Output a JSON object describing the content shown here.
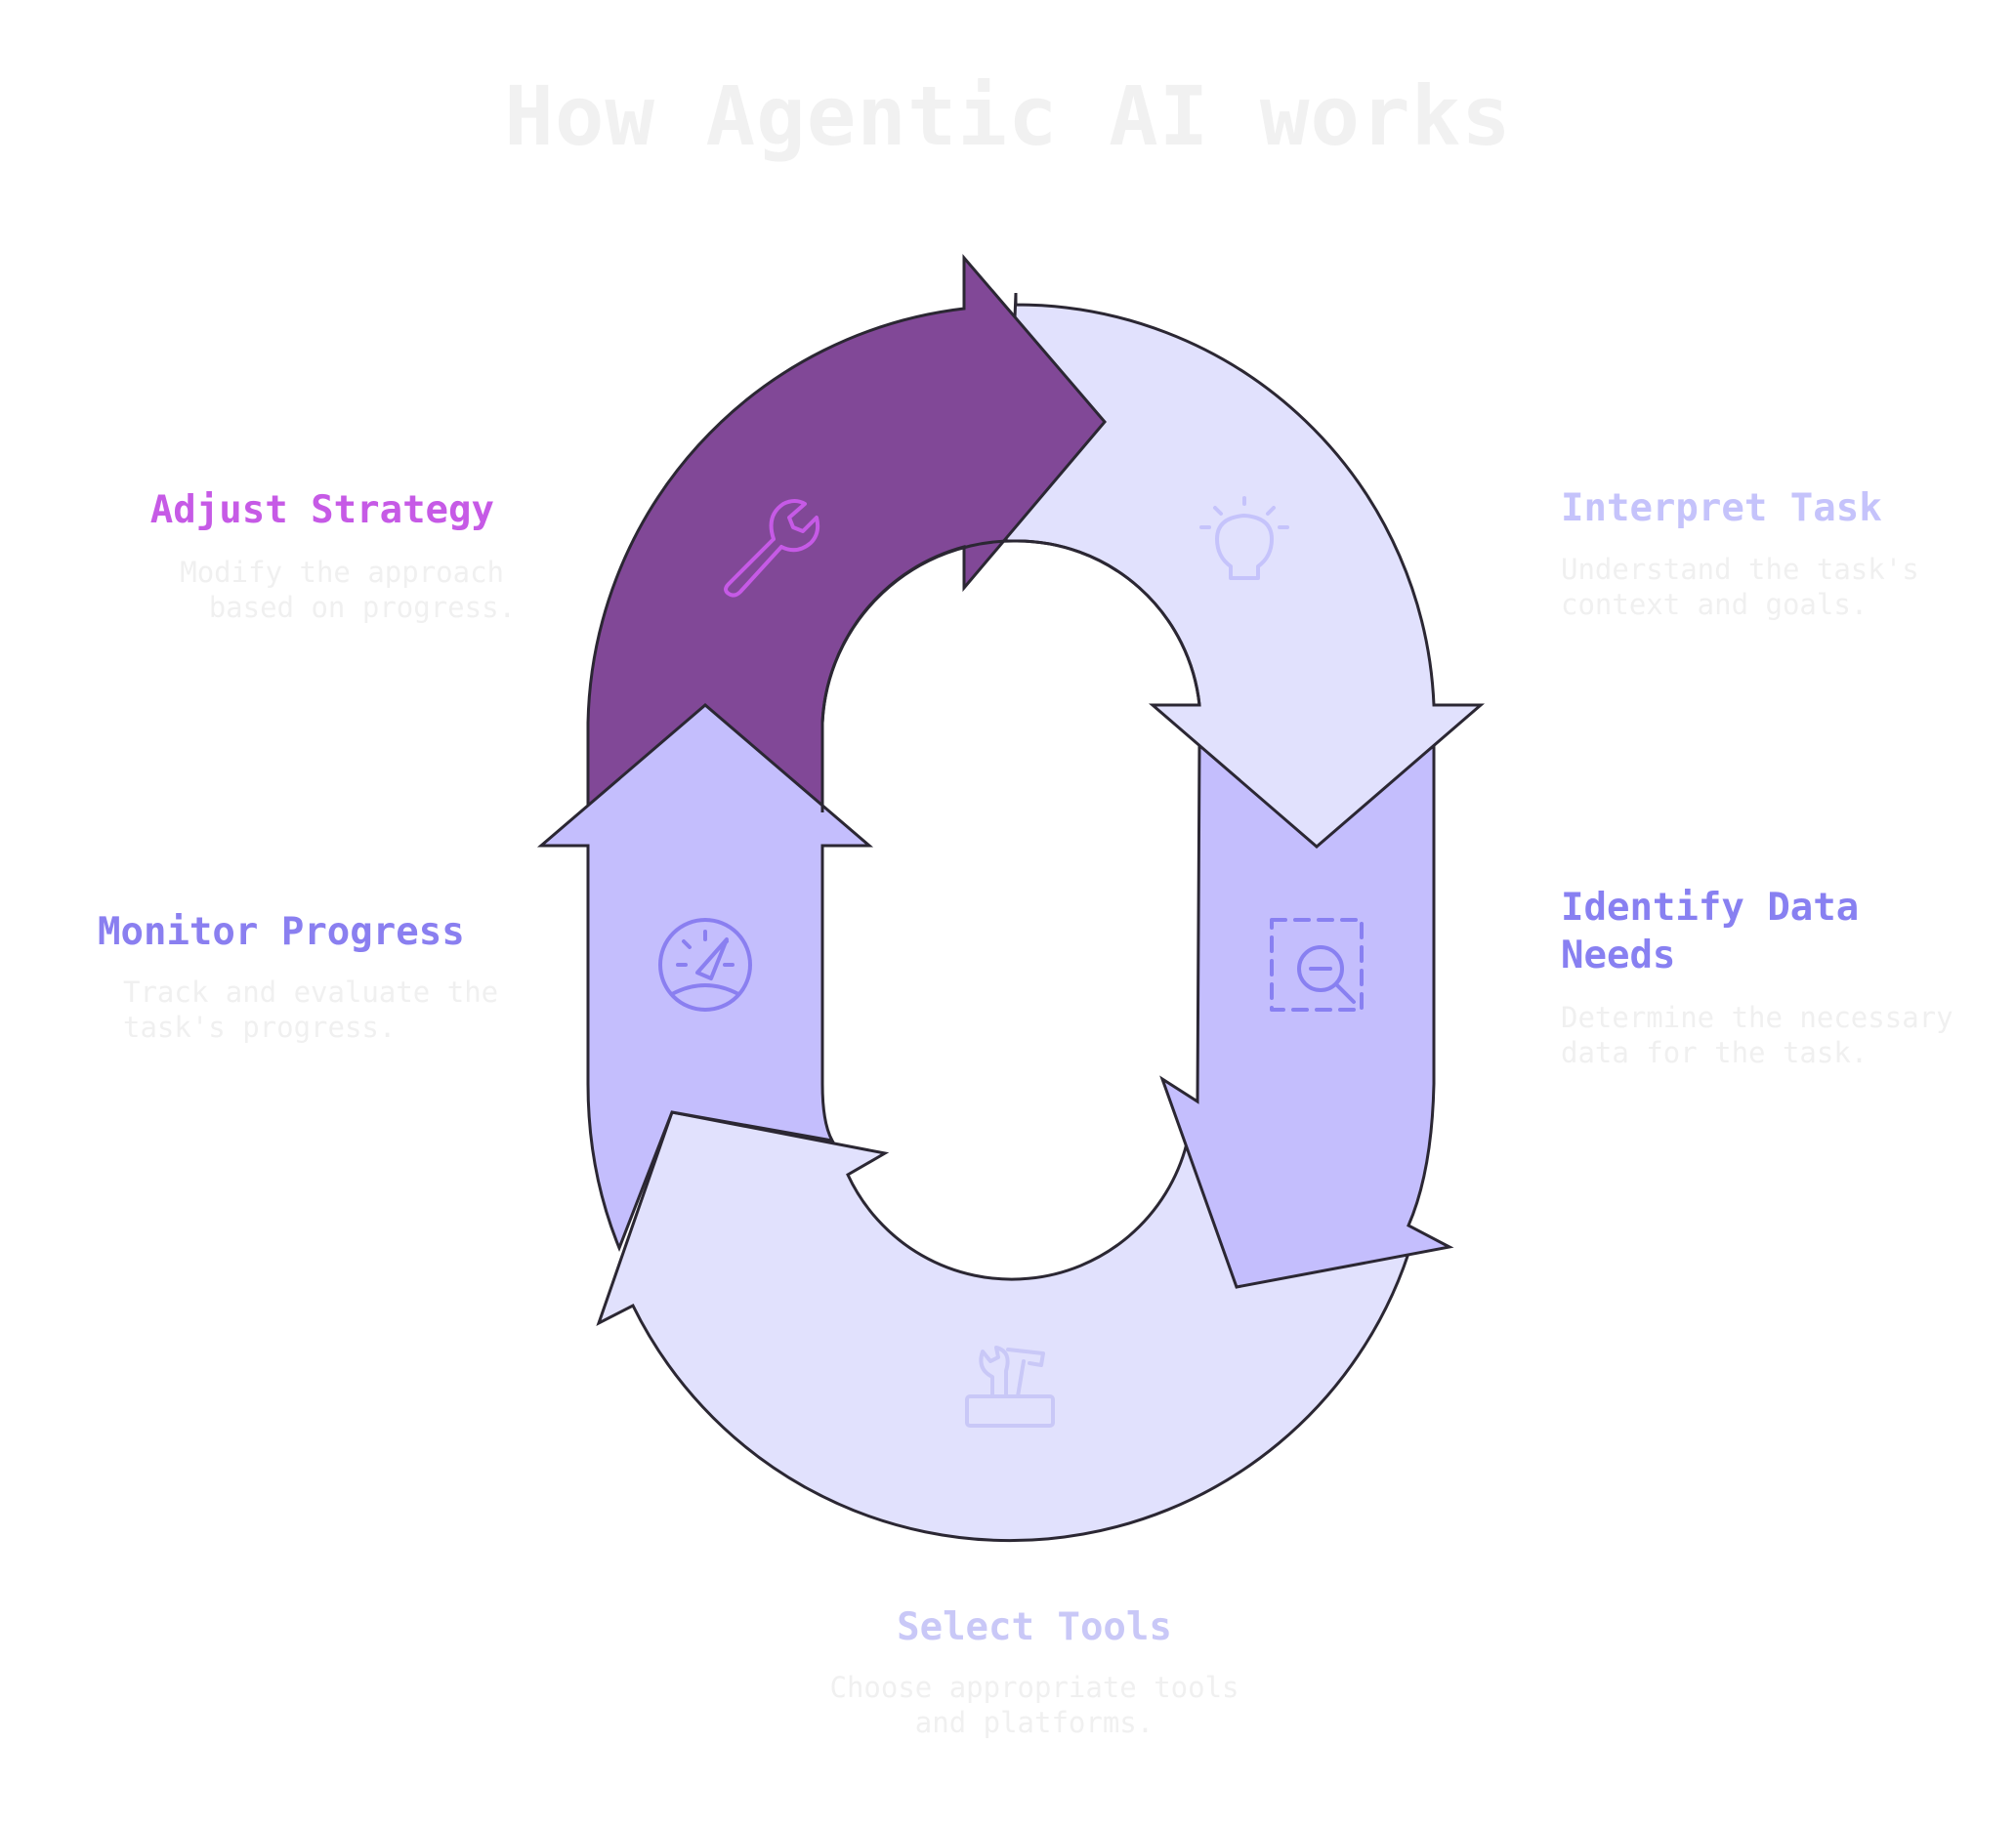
{
  "title": "How Agentic AI works",
  "steps": [
    {
      "id": "interpret",
      "label": "Interpret Task",
      "description_lines": [
        "Understand the task's",
        "context and goals."
      ],
      "icon": "lightbulb-icon",
      "label_color": "#c5c3fb",
      "arrow_color": "#e1e1fd"
    },
    {
      "id": "identify",
      "label_lines": [
        "Identify Data",
        "Needs"
      ],
      "description_lines": [
        "Determine the necessary",
        "data for the task."
      ],
      "icon": "magnifier-minus-icon",
      "label_color": "#8880f1",
      "arrow_color": "#c4befd"
    },
    {
      "id": "select",
      "label": "Select Tools",
      "description_lines": [
        "Choose appropriate tools",
        "and platforms."
      ],
      "icon": "toolbox-icon",
      "label_color": "#c9c8f7",
      "arrow_color": "#e1e1fd"
    },
    {
      "id": "monitor",
      "label": "Monitor Progress",
      "description_lines": [
        "Track and evaluate the",
        "task's progress."
      ],
      "icon": "gauge-icon",
      "label_color": "#8a7ff0",
      "arrow_color": "#c4befd"
    },
    {
      "id": "adjust",
      "label": "Adjust Strategy",
      "description_lines": [
        "Modify the approach",
        "based on progress."
      ],
      "icon": "wrench-icon",
      "label_color": "#c65ae6",
      "arrow_color": "#814897"
    }
  ],
  "colors": {
    "outline": "#2b2733",
    "title": "#f1f1f1",
    "description": "#f0f0f0"
  }
}
